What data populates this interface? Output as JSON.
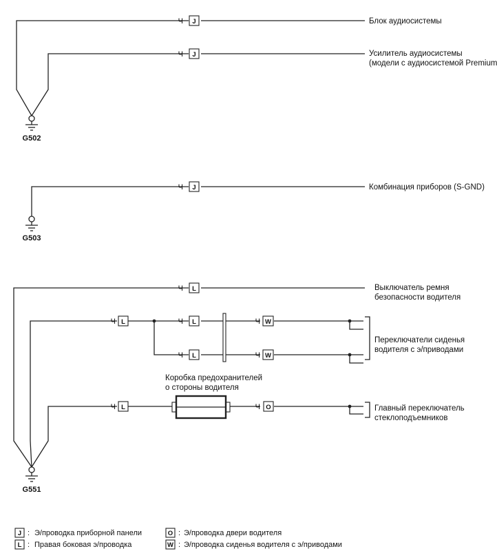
{
  "wire_color": "Ч",
  "connectors": {
    "J": "J",
    "L": "L",
    "W": "W",
    "O": "O"
  },
  "grounds": {
    "g502": "G502",
    "g503": "G503",
    "g551": "G551"
  },
  "components": {
    "audio_unit": "Блок аудиосистемы",
    "amp_line1": "Усилитель аудиосистемы",
    "amp_line2": "(модели с аудиосистемой Premium)",
    "cluster": "Комбинация приборов (S-GND)",
    "belt_line1": "Выключатель ремня",
    "belt_line2": "безопасности водителя",
    "seat_line1": "Переключатели сиденья",
    "seat_line2": "водителя с э/приводами",
    "window_line1": "Главный переключатель",
    "window_line2": "стеклоподъемников",
    "fusebox_line1": "Коробка предохранителей",
    "fusebox_line2": "о стороны водителя"
  },
  "legend": [
    {
      "key": "J",
      "sep": ":",
      "text": "Э/проводка приборной панели"
    },
    {
      "key": "L",
      "sep": ":",
      "text": "Правая боковая э/проводка"
    },
    {
      "key": "O",
      "sep": ":",
      "text": "Э/проводка двери водителя"
    },
    {
      "key": "W",
      "sep": ":",
      "text": "Э/проводка сиденья водителя с э/приводами"
    }
  ]
}
